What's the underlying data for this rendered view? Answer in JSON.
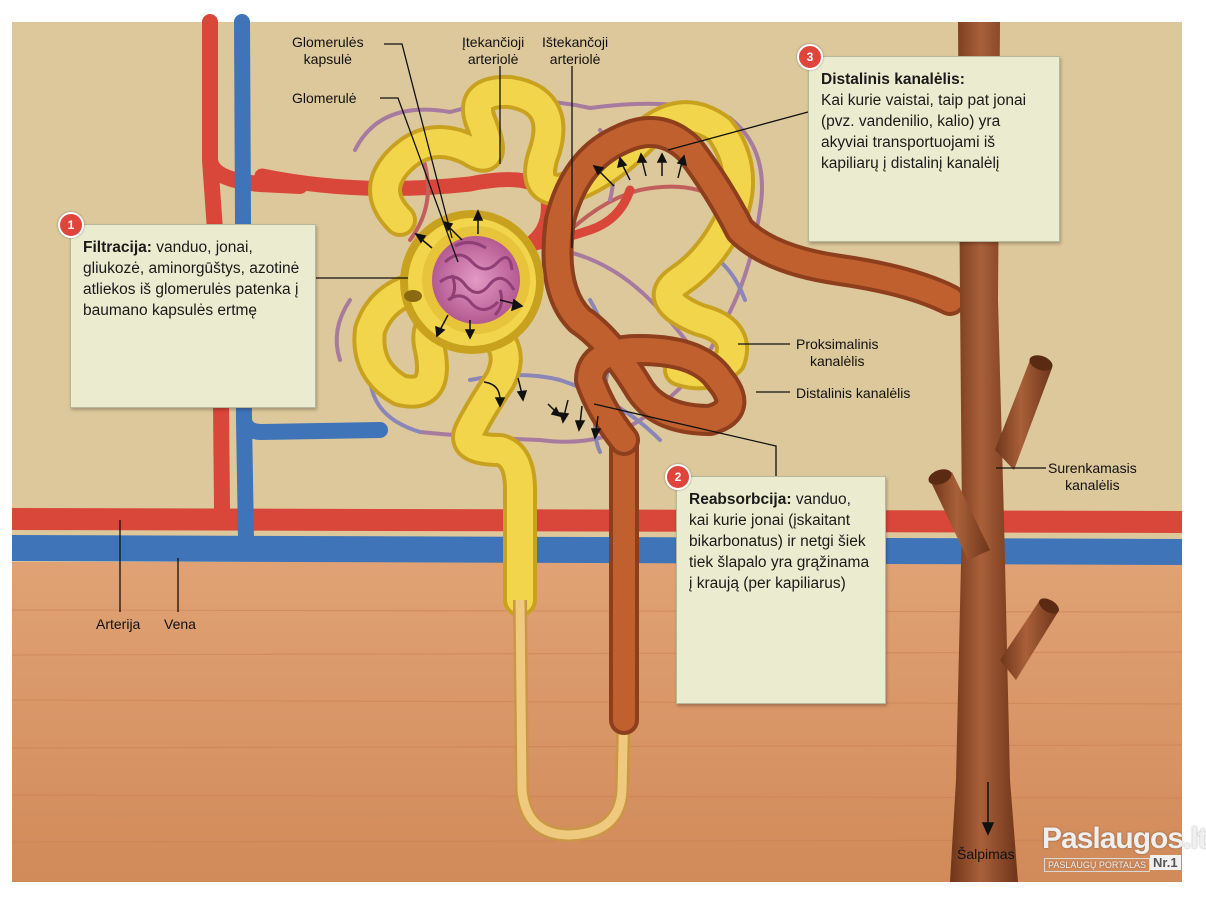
{
  "labels": {
    "glomeruli_capsule": "Glomerulės\nkapsulė",
    "afferent": "Įtekančioji\narteriolė",
    "efferent": "Ištekančoji\narteriolė",
    "glomerulus": "Glomerulė",
    "proximal": "Proksimalinis\nkanalėlis",
    "distal": "Distalinis kanalėlis",
    "collecting": "Surenkamasis\nkanalėlis",
    "artery": "Arterija",
    "vein": "Vena",
    "urine": "Šalpimas"
  },
  "boxes": {
    "filtration": {
      "number": "1",
      "title": "Filtracija:",
      "text": " vanduo, jonai, gliukozė, aminorgūštys, azotinė atliekos iš glomerulės patenka į baumano kapsulės ertmę"
    },
    "reabsorption": {
      "number": "2",
      "title": "Reabsorbcija:",
      "text": " vanduo, kai kurie jonai (įskaitant bikarbonatus) ir netgi šiek tiek šlapalo yra grąžinama į kraują (per kapiliarus)"
    },
    "distal_box": {
      "number": "3",
      "title": "Distalinis kanalėlis:",
      "text": "Kai kurie vaistai, taip pat jonai (pvz. vandenilio, kalio) yra akyviai transportuojami iš kapiliarų į distalinį kanalėlį"
    }
  },
  "watermark": {
    "brand": "Paslaugos.lt",
    "tagline": "PASLAUGŲ PORTALAS",
    "rank": "Nr.1"
  },
  "colors": {
    "background": "#ddc89b",
    "cortex_lower": "#d9986a",
    "artery": "#d9463a",
    "vein": "#3f74b8",
    "tubule": "#f2d54a",
    "distal": "#b5552c",
    "collecting_duct": "#8e4a26",
    "box_fill": "#ebebcf",
    "badge": "#e0453c"
  }
}
